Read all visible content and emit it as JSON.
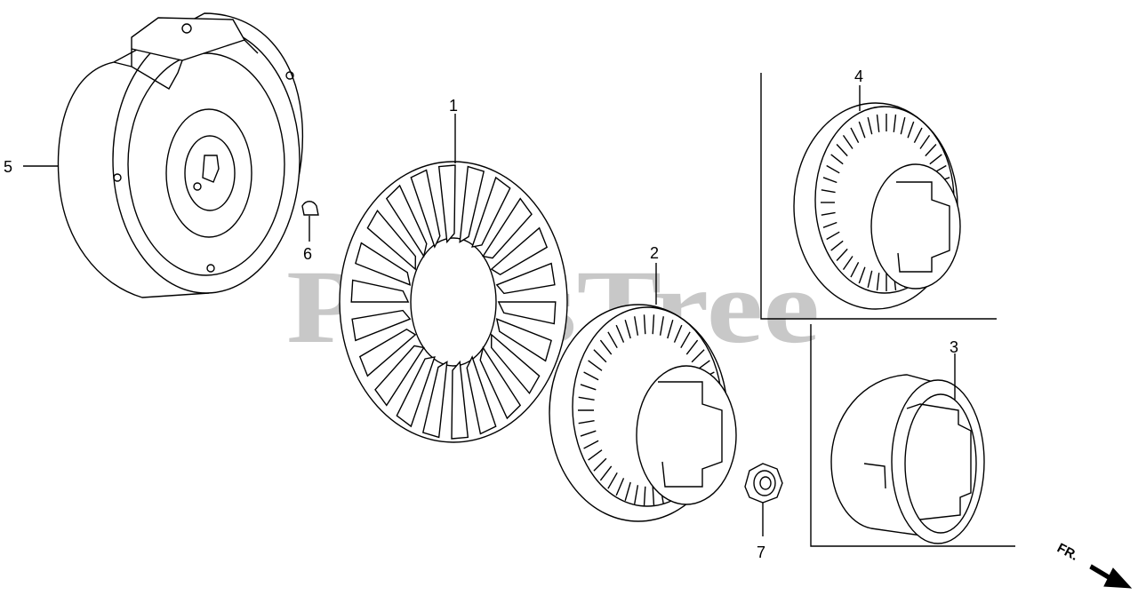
{
  "watermark": "PartsTree",
  "direction_label": "FR.",
  "callouts": {
    "p1": "1",
    "p2": "2",
    "p3": "3",
    "p4": "4",
    "p5": "5",
    "p6": "6",
    "p7": "7"
  },
  "icons": {
    "direction_arrow": "front-direction-arrow-icon"
  }
}
